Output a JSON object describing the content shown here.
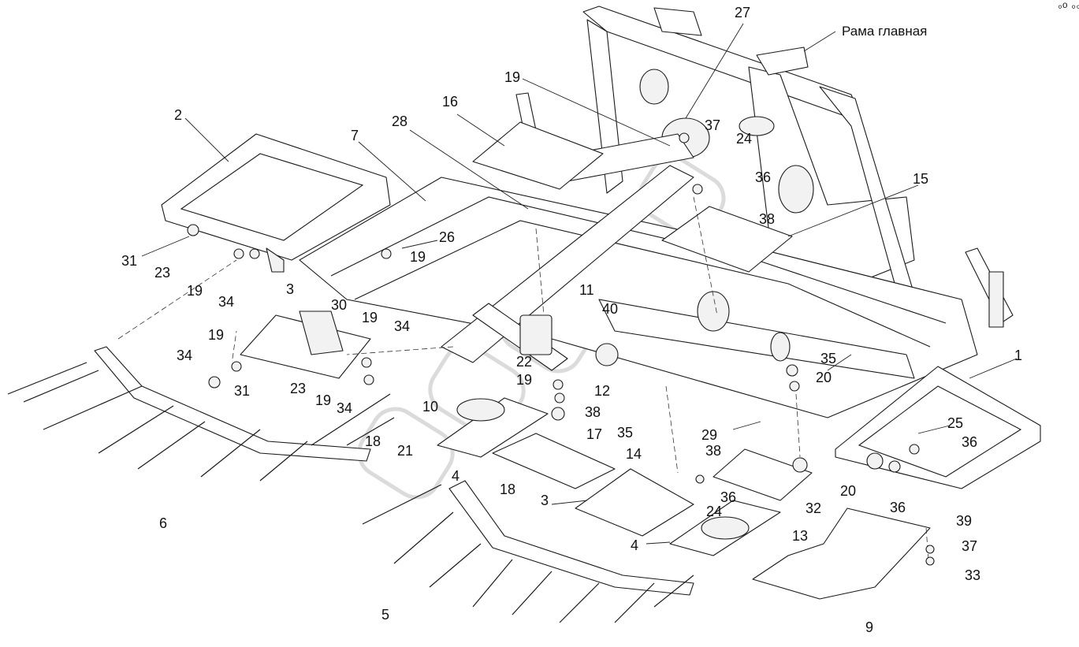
{
  "drawing": {
    "title_label": "Рама главная",
    "corner_mark": "◦ᵒ ◦◦◦",
    "callouts": [
      "1",
      "2",
      "3",
      "3",
      "4",
      "4",
      "5",
      "6",
      "7",
      "9",
      "10",
      "11",
      "12",
      "13",
      "14",
      "15",
      "16",
      "17",
      "18",
      "18",
      "19",
      "19",
      "19",
      "19",
      "19",
      "19",
      "19",
      "20",
      "20",
      "21",
      "22",
      "23",
      "23",
      "24",
      "24",
      "25",
      "26",
      "27",
      "28",
      "29",
      "30",
      "31",
      "31",
      "32",
      "33",
      "34",
      "34",
      "34",
      "34",
      "35",
      "35",
      "36",
      "36",
      "36",
      "36",
      "37",
      "37",
      "38",
      "38",
      "38",
      "39",
      "40"
    ],
    "watermark": "watermark-logo"
  }
}
